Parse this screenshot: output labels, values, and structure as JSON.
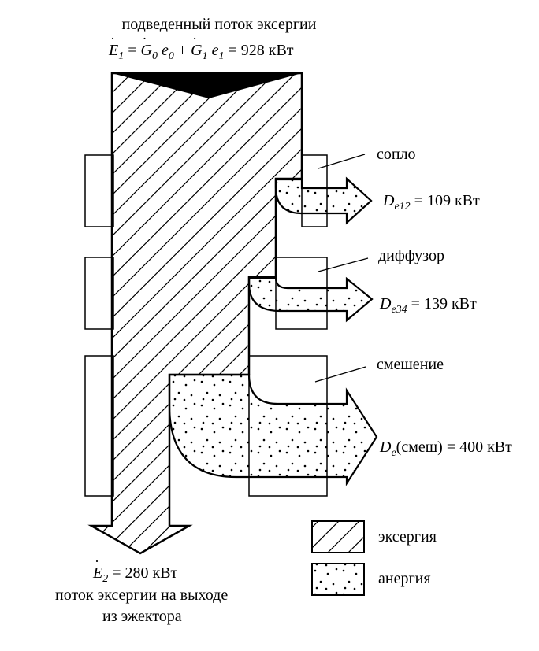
{
  "top": {
    "title": "подведенный поток эксергии",
    "formula": {
      "lhs": "E",
      "lhs_sub": "1",
      "eq": " = ",
      "g0": "G",
      "g0_sub": "0",
      "e0": "e",
      "e0_sub": "0",
      "plus": " + ",
      "g1": "G",
      "g1_sub": "1",
      "e1": "e",
      "e1_sub": "1",
      "value": " = 928 кВт"
    }
  },
  "labels": {
    "nozzle": "сопло",
    "diffuser": "диффузор",
    "mixing": "смешение"
  },
  "losses": {
    "d12": {
      "symbol": "D",
      "sub": "e12",
      "value": " = 109 кВт"
    },
    "d34": {
      "symbol": "D",
      "sub": "e34",
      "value": " = 139 кВт"
    },
    "dmix": {
      "symbol": "D",
      "sub": "e",
      "paren": "(смеш)",
      "value": " = 400 кВт"
    }
  },
  "bottom": {
    "lhs": "E",
    "lhs_sub": "2",
    "value": " = 280 кВт",
    "line1": "поток эксергии на выходе",
    "line2": "из эжектора"
  },
  "legend": {
    "exergy": "эксергия",
    "anergy": "анергия"
  }
}
